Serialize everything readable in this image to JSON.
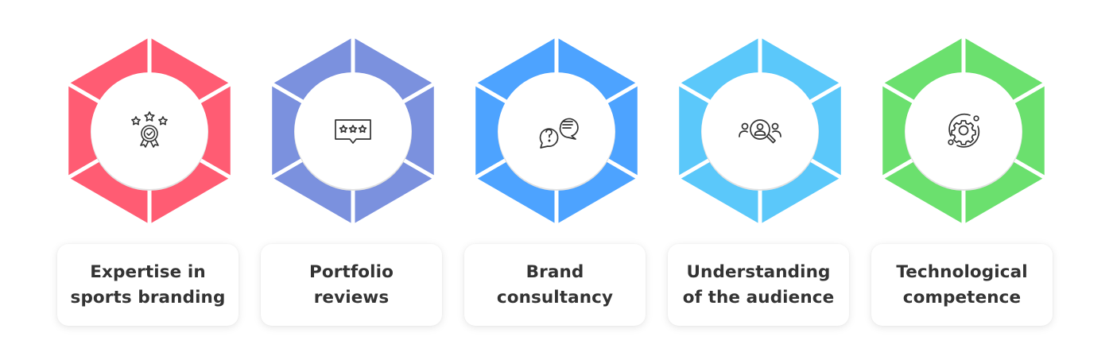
{
  "items": [
    {
      "label": "Expertise in\nsports branding",
      "color": "#FF5C73",
      "icon": "award-stars-icon"
    },
    {
      "label": "Portfolio\nreviews",
      "color": "#7B91DE",
      "icon": "review-stars-bubble-icon"
    },
    {
      "label": "Brand\nconsultancy",
      "color": "#4DA3FF",
      "icon": "chat-question-icon"
    },
    {
      "label": "Understanding\nof the audience",
      "color": "#5BC8FA",
      "icon": "audience-search-icon"
    },
    {
      "label": "Technological\ncompetence",
      "color": "#6BE06E",
      "icon": "gear-orbit-icon"
    }
  ]
}
